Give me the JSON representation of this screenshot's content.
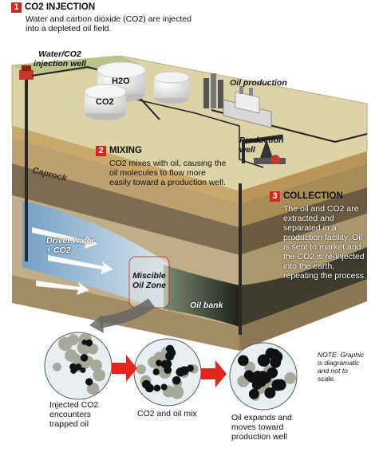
{
  "step1": {
    "number": "1",
    "title": "CO2 INJECTION",
    "body": "Water and carbon dioxide (CO2) are injected into a depleted oil field."
  },
  "step2": {
    "number": "2",
    "title": "MIXING",
    "body": "CO2 mixes with oil, causing the oil molecules to flow more easily toward a production well."
  },
  "step3": {
    "number": "3",
    "title": "COLLECTION",
    "body": "The oil and CO2 are extracted and separated in a production facility. Oil is sent to market and the CO2 is re-injected into the earth, repeating the process."
  },
  "labels": {
    "injection_well": "Water/CO2 injection well",
    "h2o": "H2O",
    "co2_tank": "CO2",
    "oil_production": "Oil production",
    "production_well": "Production well",
    "caprock": "Caprock",
    "driver_water": "Driver water + CO2",
    "miscible_zone": "Miscible Oil Zone",
    "oil_bank": "Oil bank"
  },
  "pore_steps": [
    {
      "caption": "Injected CO2 encounters trapped oil"
    },
    {
      "caption": "CO2 and oil mix"
    },
    {
      "caption": "Oil expands and moves toward production well"
    }
  ],
  "note": "NOTE: Graphic is diagramatic and not to scale.",
  "colors": {
    "accent_red": "#d7261e",
    "surface": "#d9cfa0",
    "caprock": "#7a6a4e",
    "water": "#9fc3e0",
    "oil": "#2a2a22"
  }
}
